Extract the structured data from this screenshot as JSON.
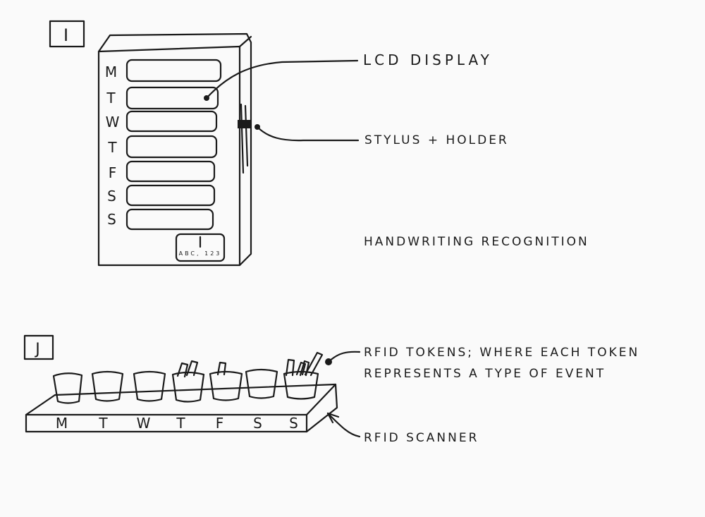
{
  "sketch_i": {
    "marker": "I",
    "day_labels": [
      "M",
      "T",
      "W",
      "T",
      "F",
      "S",
      "S"
    ],
    "keypad_text": "ABC, 123",
    "annotations": {
      "lcd": "LCD DISPLAY",
      "stylus": "STYLUS + HOLDER",
      "handwriting": "HANDWRITING RECOGNITION"
    }
  },
  "sketch_j": {
    "marker": "J",
    "day_labels": [
      "M",
      "T",
      "W",
      "T",
      "F",
      "S",
      "S"
    ],
    "annotations": {
      "tokens_line1": "RFID TOKENS; WHERE EACH TOKEN",
      "tokens_line2": "REPRESENTS A TYPE OF EVENT",
      "scanner": "RFID SCANNER"
    }
  }
}
